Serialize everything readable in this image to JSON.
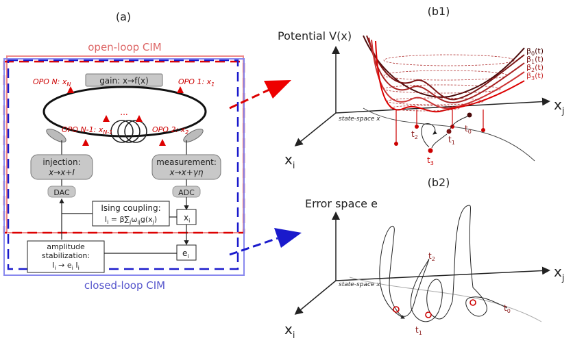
{
  "panel_a": {
    "label": "(a)",
    "open_loop": "open-loop CIM",
    "closed_loop": "closed-loop CIM",
    "gain": "gain: x→f(x)",
    "opo_n": "OPO N: x",
    "opo_n_sub": "N",
    "opo_1": "OPO 1: x",
    "opo_1_sub": "1",
    "opo_n1": "OPO N-1: x",
    "opo_n1_sub": "N-1",
    "opo_2": "OPO 2: x",
    "opo_2_sub": "2",
    "dots": "...",
    "injection_l1": "injection:",
    "injection_l2": "x→x+I",
    "measurement_l1": "measurement:",
    "measurement_l2": "x→x+γη",
    "dac": "DAC",
    "adc": "ADC",
    "ising_l1": "Ising coupling:",
    "ising_l2": "I",
    "ising_l2_sub": "i",
    "ising_l2_rest": " = β∑",
    "ising_l2_sub2": "j",
    "ising_l2_rest2": "ω",
    "ising_l2_sub3": "ij",
    "ising_l2_rest3": "g(x",
    "ising_l2_sub4": "j",
    "ising_l2_end": ")",
    "xi": "x",
    "xi_sub": "i",
    "ei": "e",
    "ei_sub": "i",
    "amp_l1": "amplitude",
    "amp_l2": "stabilization:",
    "amp_l3": "I",
    "amp_l3_sub": "i",
    "amp_l3_mid": " → e",
    "amp_l3_sub2": "i",
    "amp_l3_end": " I",
    "amp_l3_sub3": "i"
  },
  "panel_b1": {
    "label": "(b1)",
    "title": "Potential V(x)",
    "axis_xj": "x",
    "axis_xj_sub": "j",
    "axis_xi": "x",
    "axis_xi_sub": "i",
    "state_space": "state-space x",
    "beta0": "β",
    "beta0_sub": "0",
    "beta0_t": "(t)",
    "beta1": "β",
    "beta1_sub": "1",
    "beta1_t": "(t)",
    "beta2": "β",
    "beta2_sub": "2",
    "beta2_t": "(t)",
    "beta3": "β",
    "beta3_sub": "3",
    "beta3_t": "(t)",
    "t0": "t",
    "t0_sub": "0",
    "t1": "t",
    "t1_sub": "1",
    "t2": "t",
    "t2_sub": "2",
    "t3": "t",
    "t3_sub": "3"
  },
  "panel_b2": {
    "label": "(b2)",
    "title": "Error space e",
    "axis_xj": "x",
    "axis_xj_sub": "j",
    "axis_xi": "x",
    "axis_xi_sub": "i",
    "state_space": "state-space x",
    "t0": "t",
    "t0_sub": "0",
    "t1": "t",
    "t1_sub": "1",
    "t2": "t",
    "t2_sub": "2"
  },
  "colors": {
    "red": "#cc0000",
    "blue": "#1a1acc",
    "dark_red": "#8b1a1a",
    "grey_box": "#c8c8c8"
  }
}
